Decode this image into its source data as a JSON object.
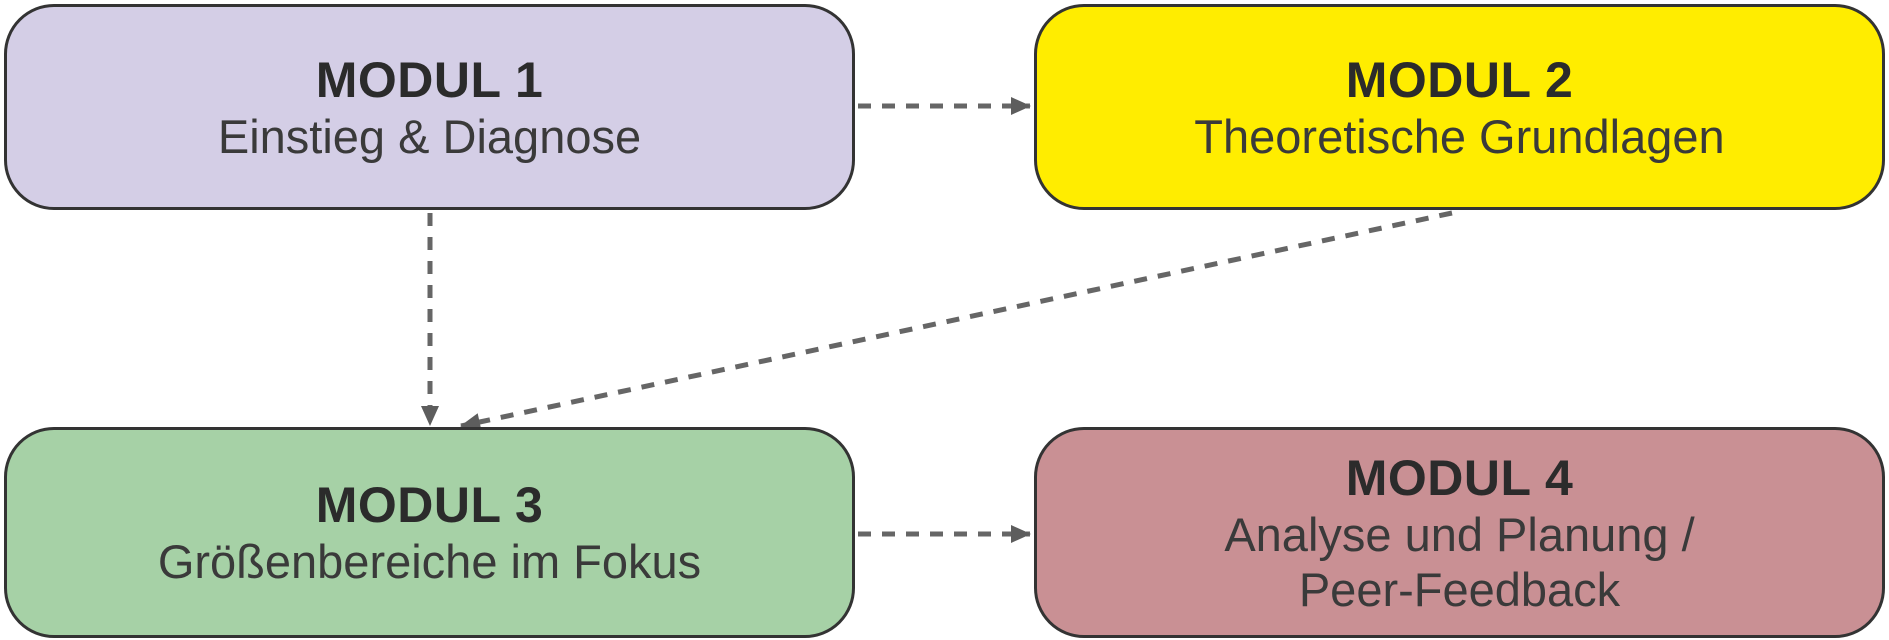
{
  "diagram": {
    "modules": [
      {
        "id": "modul-1",
        "title": "MODUL 1",
        "subtitle": "Einstieg & Diagnose",
        "fill_color": "#d4cee6"
      },
      {
        "id": "modul-2",
        "title": "MODUL 2",
        "subtitle": "Theoretische Grundlagen",
        "fill_color": "#ffed00"
      },
      {
        "id": "modul-3",
        "title": "MODUL 3",
        "subtitle": "Größenbereiche im Fokus",
        "fill_color": "#a6d1a6"
      },
      {
        "id": "modul-4",
        "title": "MODUL 4",
        "subtitle": "Analyse und Planung /",
        "subtitle2": "Peer-Feedback",
        "fill_color": "#c99094"
      }
    ],
    "connections": [
      {
        "from": "MODUL 1",
        "to": "MODUL 2",
        "style": "dashed-arrow"
      },
      {
        "from": "MODUL 1",
        "to": "MODUL 3",
        "style": "dashed-arrow"
      },
      {
        "from": "MODUL 2",
        "to": "MODUL 3",
        "style": "dashed-arrow"
      },
      {
        "from": "MODUL 3",
        "to": "MODUL 4",
        "style": "dashed-arrow"
      }
    ],
    "colors": {
      "background": "#ffffff",
      "box_border": "#333333",
      "arrow": "#666666",
      "title_text": "#2b2b2b",
      "subtitle_text": "#3a3a3a"
    }
  }
}
